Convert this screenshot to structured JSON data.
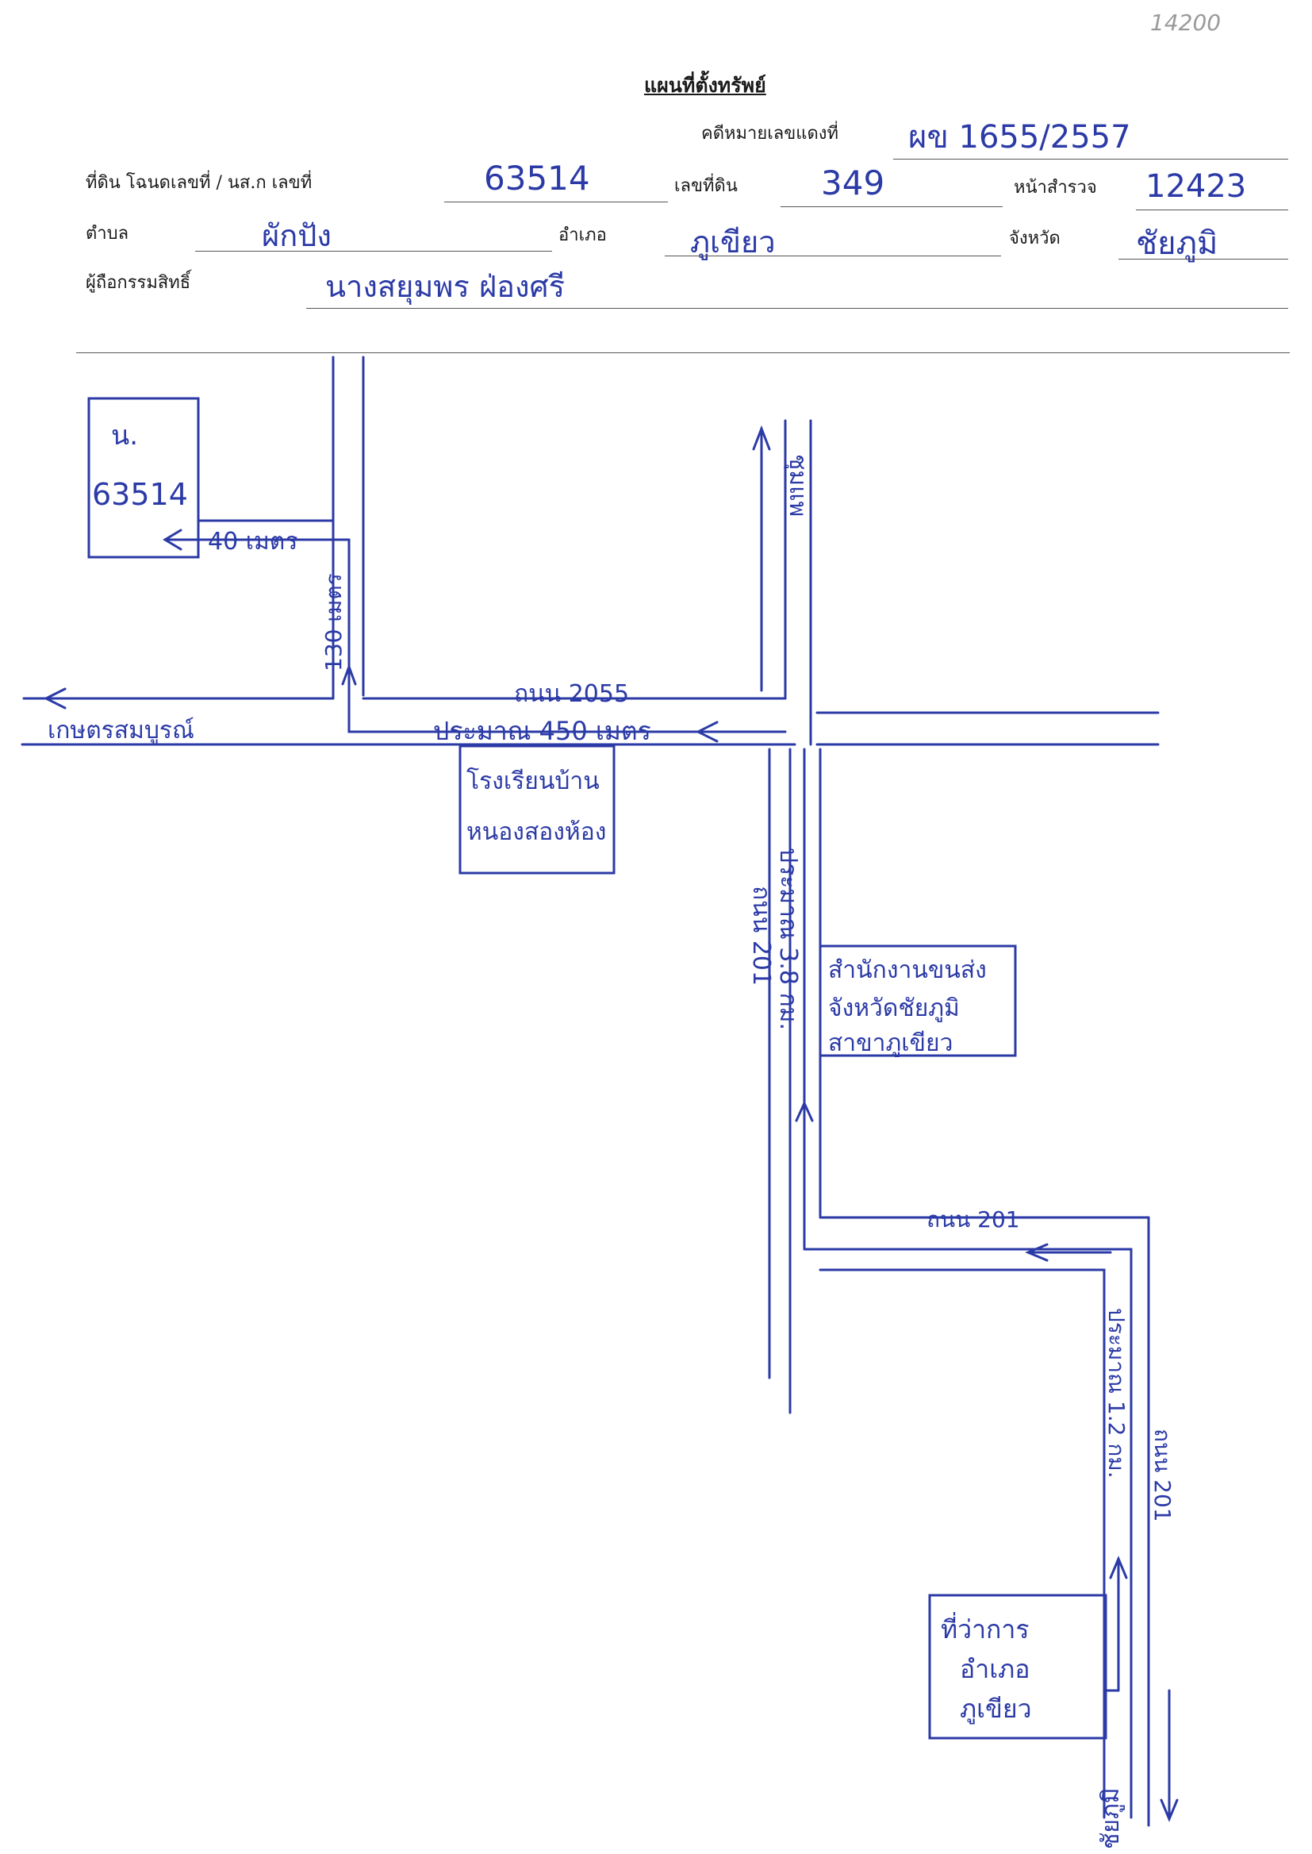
{
  "corner_number": "14200",
  "title": "แผนที่ตั้งทรัพย์",
  "case": {
    "label": "คดีหมายเลขแดงที่",
    "value": "ผข 1655/2557"
  },
  "deed": {
    "label": "ที่ดิน โฉนดเลขที่ / นส.ก เลขที่",
    "value": "63514"
  },
  "land_no": {
    "label": "เลขที่ดิน",
    "value": "349"
  },
  "survey_page": {
    "label": "หน้าสำรวจ",
    "value": "12423"
  },
  "subdistrict": {
    "label": "ตำบล",
    "value": "ผักปัง"
  },
  "district": {
    "label": "อำเภอ",
    "value": "ภูเขียว"
  },
  "province": {
    "label": "จังหวัด",
    "value": "ชัยภูมิ"
  },
  "owner": {
    "label": "ผู้ถือกรรมสิทธิ์",
    "value": "นางสยุมพร ฝ่องศรี"
  },
  "map": {
    "parcel_label": "น.",
    "parcel_number": "63514",
    "dist_40": "40 เมตร",
    "dist_130": "130 เมตร",
    "road_2055": "ถนน 2055",
    "dist_450": "ประมาณ 450 เมตร",
    "dir_kaset": "เกษตรสมบูรณ์",
    "school_line1": "โรงเรียนบ้าน",
    "school_line2": "หนองสองห้อง",
    "dir_kaeng": "ชุมแพ",
    "road_201_vertical": "ถนน 201",
    "dist_3_8": "ประมาณ 3.8 กม.",
    "office_line1": "สำนักงานขนส่ง",
    "office_line2": "จังหวัดชัยภูมิ",
    "office_line3": "สาขาภูเขียว",
    "road_201_horizontal": "ถนน 201",
    "road_201_lower": "ถนน 201",
    "dist_1_2": "ประมาณ 1.2 กม.",
    "district_office_line1": "ที่ว่าการ",
    "district_office_line2": "อำเภอ",
    "district_office_line3": "ภูเขียว",
    "dir_chaiyaphum": "ชัยภูมิ"
  }
}
